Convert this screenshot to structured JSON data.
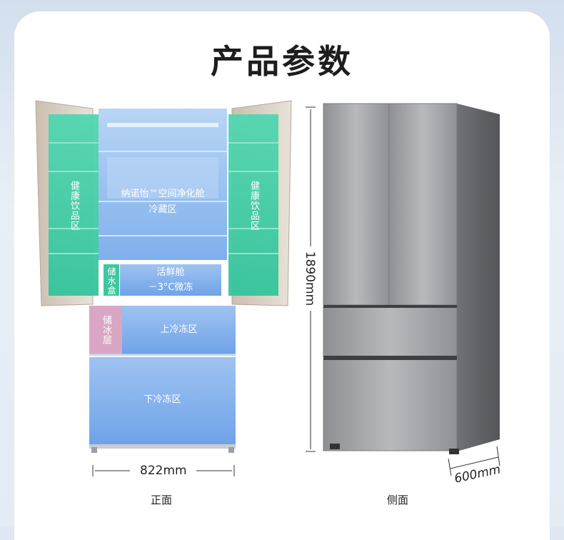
{
  "title": "产品参数",
  "front": {
    "zones": {
      "left_door": "健康饮品区",
      "right_door": "健康饮品区",
      "purifier": "纳诺怡™空间净化舱",
      "fridge": "冷藏区",
      "water_box": "储水盒",
      "fresh": "活鲜舱",
      "fresh_temp": "－3°C微冻",
      "ice_layer": "储冰层",
      "upper_freezer": "上冷冻区",
      "lower_freezer": "下冷冻区"
    },
    "width_label": "822mm",
    "caption": "正面"
  },
  "side": {
    "height_label": "1890mm",
    "depth_label": "600mm",
    "caption": "侧面"
  }
}
